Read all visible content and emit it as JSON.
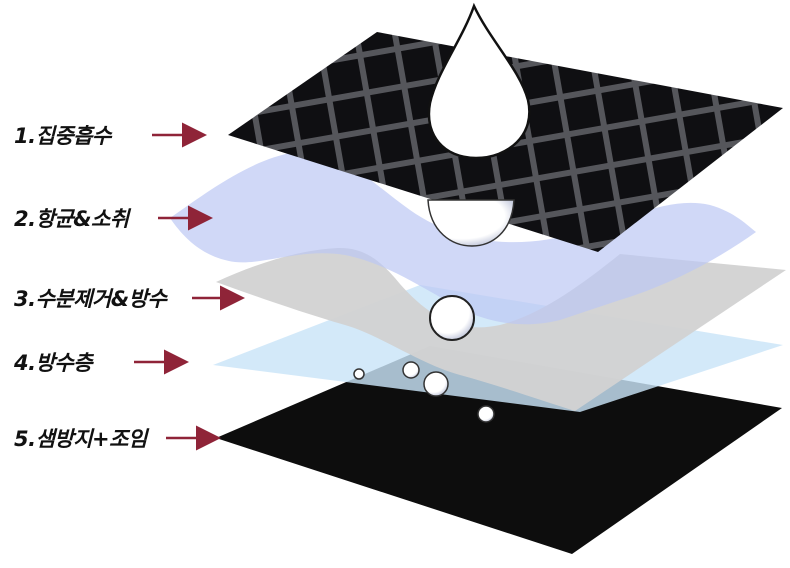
{
  "layers": [
    {
      "label": "1.집중흡수",
      "color": "#111114"
    },
    {
      "label": "2.항균&소취",
      "color": "#bfcaf2"
    },
    {
      "label": "3.수분제거&방수",
      "color": "#d2d2d2"
    },
    {
      "label": "4.방수층",
      "color": "#d3e9fb"
    },
    {
      "label": "5.샘방지+조임",
      "color": "#0d0d0d"
    }
  ],
  "arrow_color": "#8f2438"
}
